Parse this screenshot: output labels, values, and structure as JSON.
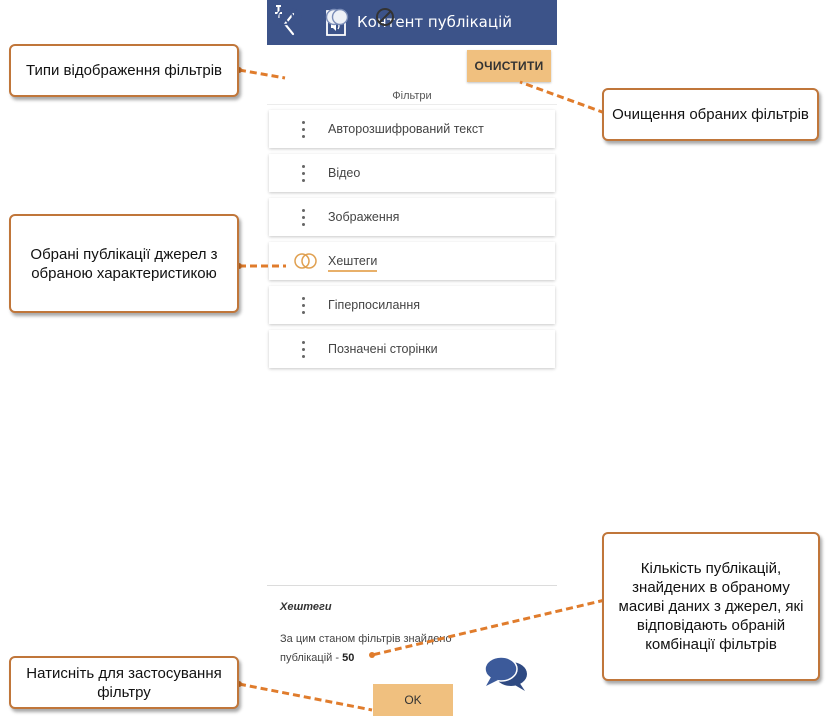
{
  "app": {
    "title": "Контент публікацій"
  },
  "toolbar": {
    "clear_label": "ОЧИСТИТИ",
    "filters_label": "Фільтри"
  },
  "filters": [
    {
      "label": "Авторозшифрований текст",
      "state": "none"
    },
    {
      "label": "Відео",
      "state": "none"
    },
    {
      "label": "Зображення",
      "state": "none"
    },
    {
      "label": "Хештеги",
      "state": "selected"
    },
    {
      "label": "Гіперпосилання",
      "state": "none"
    },
    {
      "label": "Позначені сторінки",
      "state": "none"
    }
  ],
  "footer": {
    "selected_title": "Хештеги",
    "result_text": "За цим станом фільтрів знайдено публікацій - ",
    "result_count": "50",
    "ok_label": "OK"
  },
  "callouts": {
    "display_types": "Типи відображення фільтрів",
    "clear_selected": "Очищення обраних фільтрів",
    "selected_publications": "Обрані публікації джерел з обраною характеристикою",
    "count_info": "Кількість публікацій, знайдених в обраному масиві даних з джерел, які відповідають обраній комбінації фільтрів",
    "apply_hint": "Натисніть для застосування фільтру"
  },
  "colors": {
    "appbar": "#3c5389",
    "accent": "#f0c07f",
    "callout_border": "#c0763a",
    "connector": "#e07c2c"
  }
}
